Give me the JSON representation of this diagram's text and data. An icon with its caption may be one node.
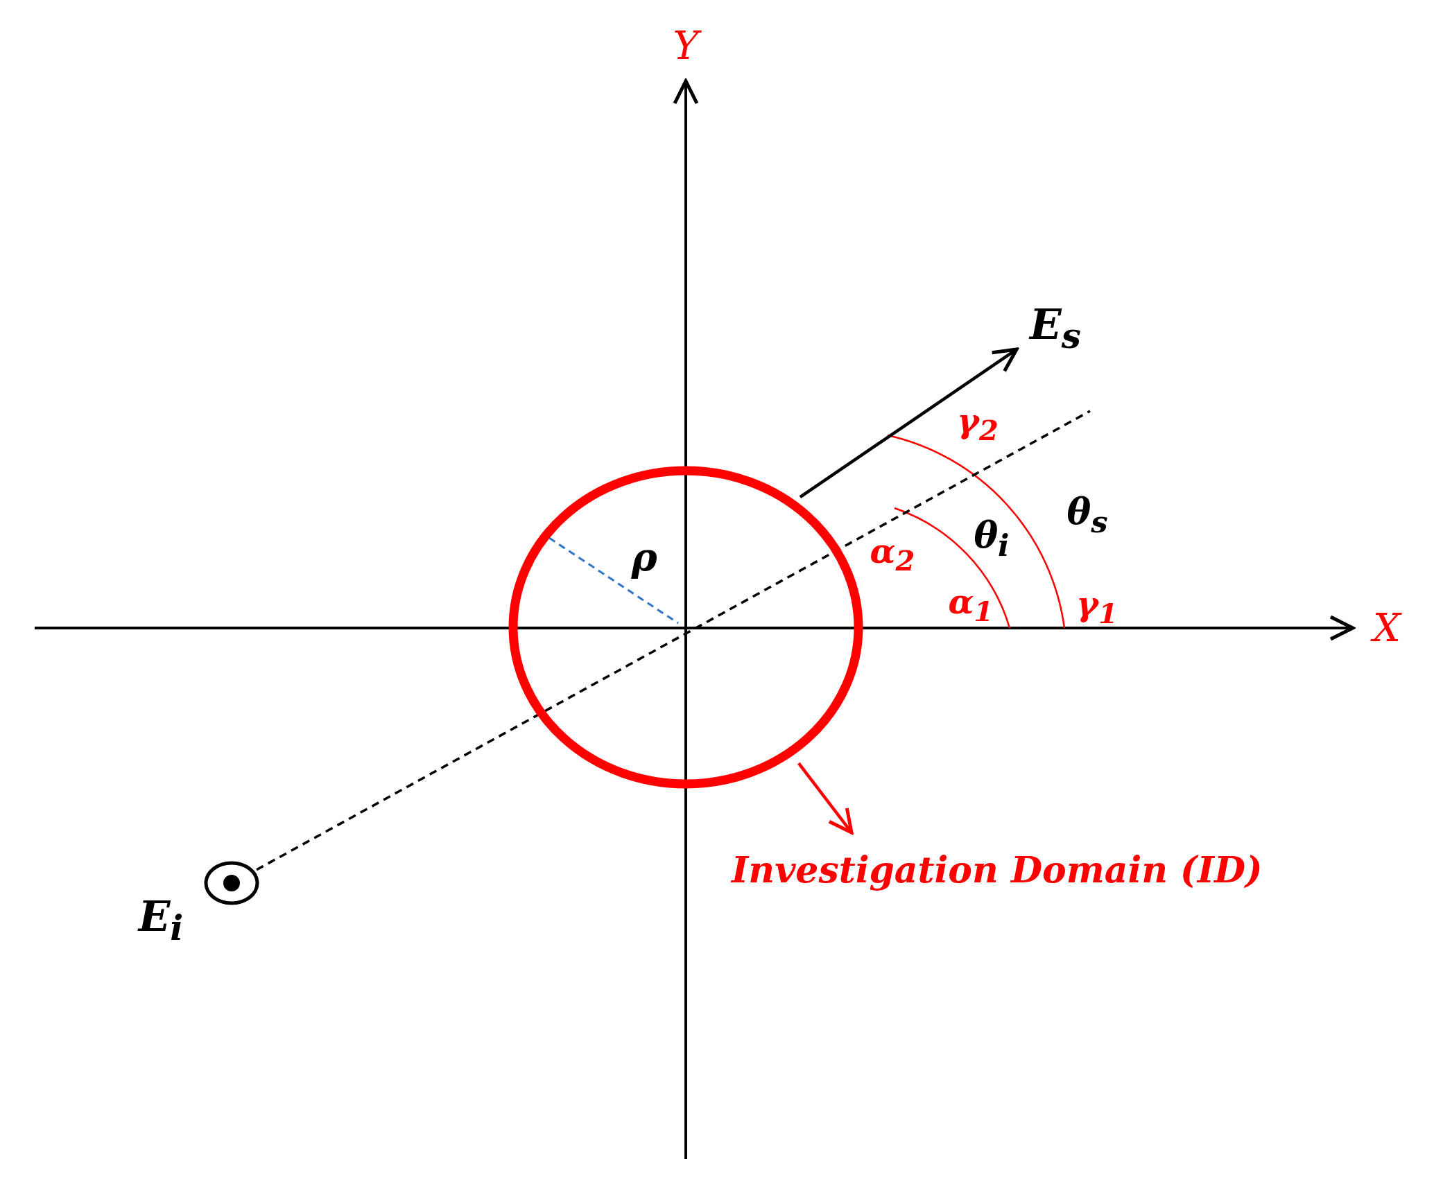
{
  "diagram": {
    "nodes": [
      {
        "text": [],
        "shape": "circle"
      },
      {
        "text": [
          "Investigation Domain (ID)"
        ]
      },
      {
        "text": [
          "E$_{s}$"
        ]
      },
      {
        "text": [],
        "shape": "circle",
        "beside": [
          "E$_{i}$"
        ]
      }
    ],
    "edges": [
      {
        "from": 0,
        "to": 1,
        "arrow": "to",
        "color": "#ff0000"
      },
      {
        "from": 0,
        "to": 2,
        "arrow": "to"
      },
      {
        "from": 3,
        "to": null,
        "arrow": "none",
        "style": "dashed"
      }
    ],
    "labels": [
      "Y",
      "γ$_{2}$",
      "θ$_{s}$",
      "ρ",
      "α$_{2}$",
      "θ$_{i}$",
      "α$_{1}$",
      "γ$_{1}$",
      "X"
    ]
  }
}
